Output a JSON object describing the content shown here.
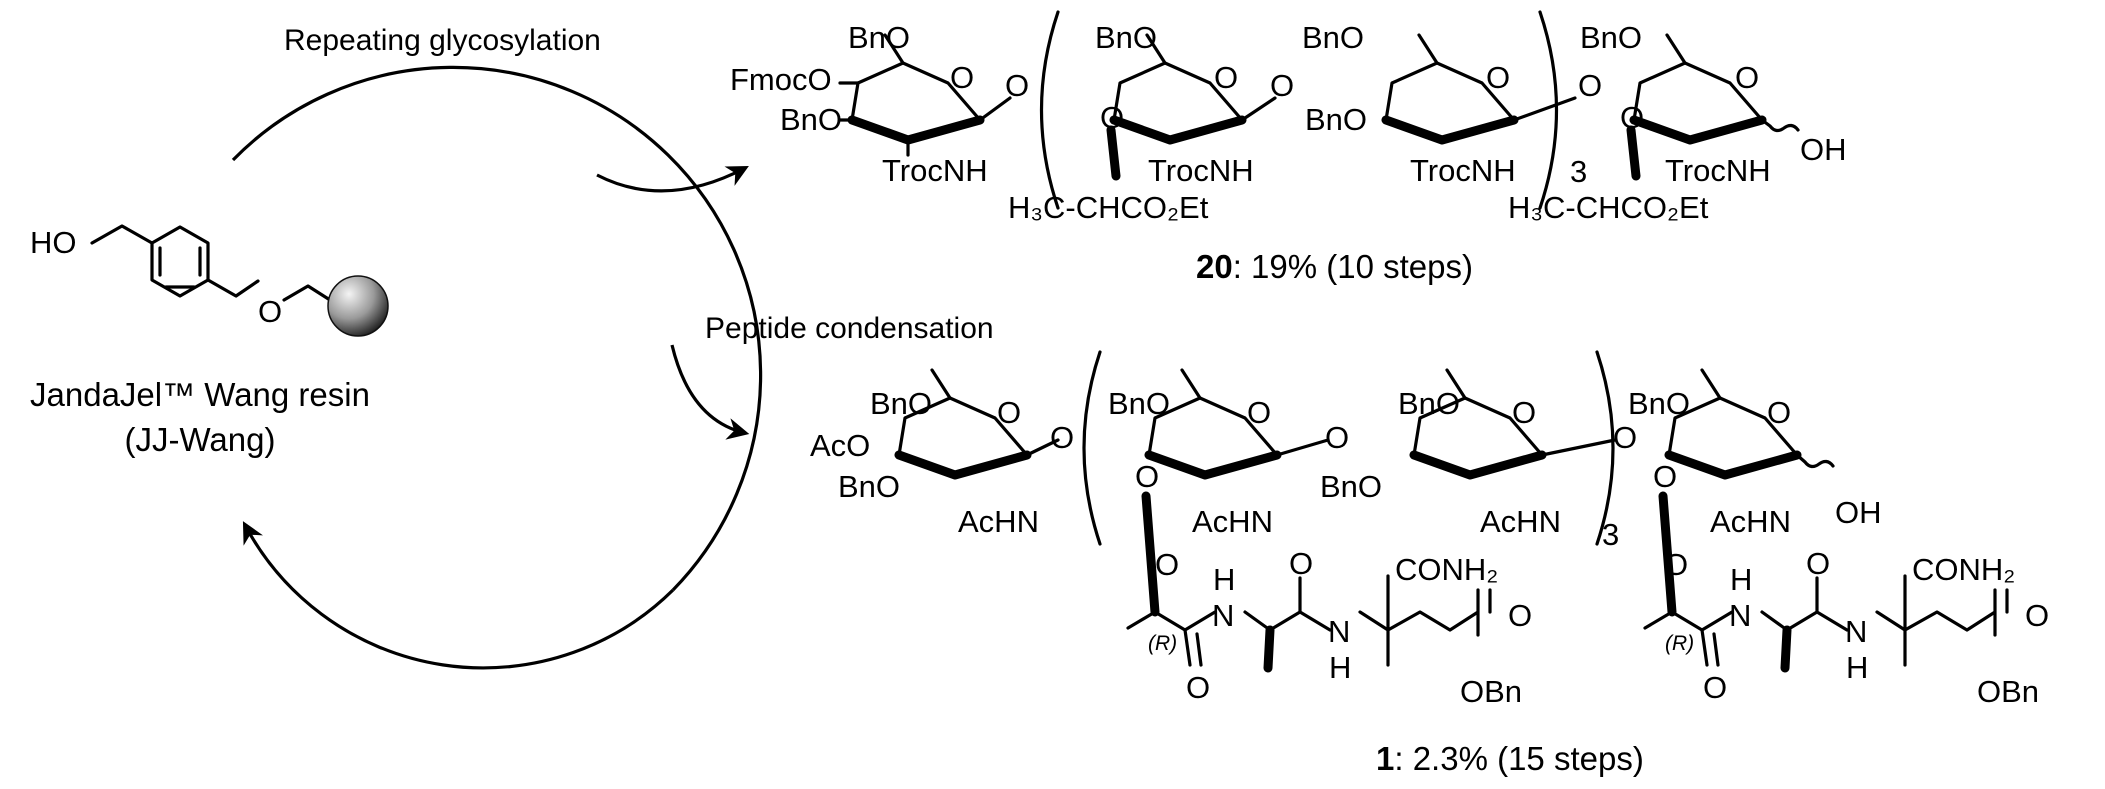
{
  "resin": {
    "name": "JandaJel™ Wang resin",
    "abbrev": "(JJ-Wang)",
    "labels": {
      "hydroxyl": "HO",
      "ether_o": "O"
    }
  },
  "steps": {
    "glycosylation": "Repeating glycosylation",
    "peptide": "Peptide condensation"
  },
  "product_20": {
    "id": "20",
    "yield": ": 19% (10 steps)",
    "repeat_n": "3",
    "labels": {
      "bno_1": "BnO",
      "fmoco": "FmocO",
      "bno_2": "BnO",
      "trocnh_1": "TrocNH",
      "link_1": "O",
      "bno_3": "BnO",
      "ring_o_1": "O",
      "ring_o_2": "O",
      "o_lactyl_1": "O",
      "trocnh_2": "TrocNH",
      "link_2": "O",
      "bno_4": "BnO",
      "bno_5": "BnO",
      "ring_o_3": "O",
      "trocnh_3": "TrocNH",
      "link_3": "O",
      "bno_6": "BnO",
      "ring_o_4": "O",
      "o_lactyl_2": "O",
      "trocnh_4": "TrocNH",
      "oh": "OH",
      "lactyl_ester_1": "H₃C-CHCO₂Et",
      "lactyl_ester_2": "H₃C-CHCO₂Et"
    }
  },
  "product_1": {
    "id": "1",
    "yield": ": 2.3% (15 steps)",
    "repeat_n": "3",
    "labels": {
      "bno_1": "BnO",
      "aco": "AcO",
      "bno_2": "BnO",
      "achn_1": "AcHN",
      "ring_o_1": "O",
      "link_1": "O",
      "bno_3": "BnO",
      "ring_o_2": "O",
      "o_lactyl_1": "O",
      "achn_2": "AcHN",
      "link_2": "O",
      "bno_4": "BnO",
      "bno_5": "BnO",
      "ring_o_3": "O",
      "achn_3": "AcHN",
      "link_3": "O",
      "bno_6": "BnO",
      "ring_o_4": "O",
      "o_lactyl_2": "O",
      "achn_4": "AcHN",
      "oh": "OH",
      "stereo_1": "(R)",
      "nh_1": "H",
      "n_1": "N",
      "o_1": "O",
      "o_2": "O",
      "nh_2": "N",
      "h_2": "H",
      "conh2_1": "CONH₂",
      "o_3": "O",
      "obn_1": "OBn",
      "stereo_2": "(R)",
      "nh_3": "H",
      "n_3": "N",
      "o_4": "O",
      "o_5": "O",
      "nh_4": "N",
      "h_4": "H",
      "conh2_2": "CONH₂",
      "o_6": "O",
      "obn_2": "OBn"
    }
  },
  "colors": {
    "ink": "#000000",
    "background": "#ffffff",
    "bead_light": "#f4f4f4",
    "bead_dark": "#1e1e1e"
  }
}
